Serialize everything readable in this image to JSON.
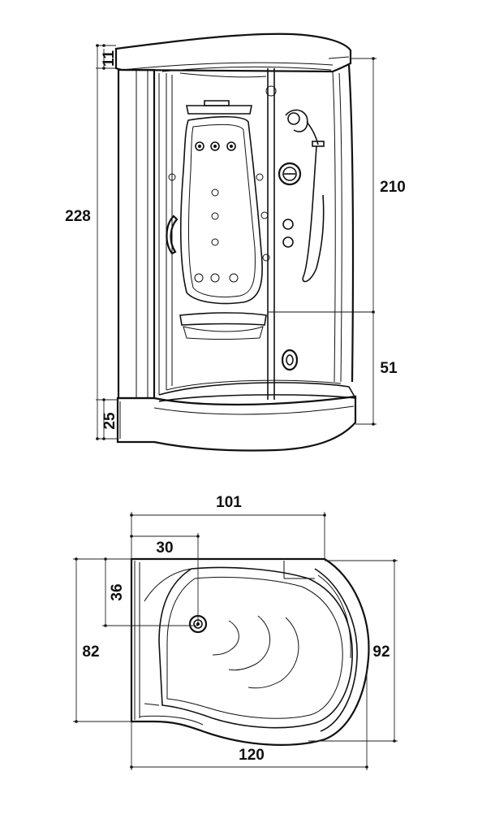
{
  "diagram": {
    "front_view": {
      "dimensions": {
        "top_lip": "11",
        "total_height": "228",
        "cabin_height": "210",
        "tray_height": "51",
        "base_height": "25"
      }
    },
    "plan_view": {
      "dimensions": {
        "inner_width": "101",
        "drain_offset_x": "30",
        "drain_offset_y": "36",
        "left_depth": "82",
        "right_depth": "92",
        "total_width": "120"
      }
    }
  }
}
